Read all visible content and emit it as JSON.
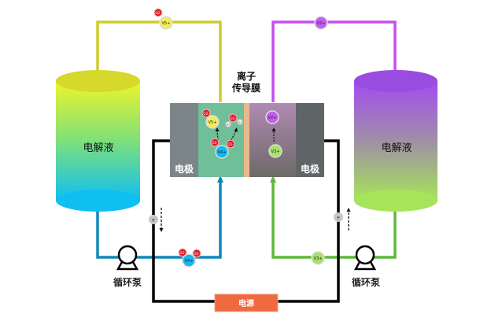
{
  "title": "全钒液流电池 (Vanadium redox flow battery)",
  "colors": {
    "left_pipe_top": "#cfcc2e",
    "left_pipe_bottom": "#0f88b8",
    "right_pipe_top": "#c94df0",
    "right_pipe_bottom": "#5eb83a",
    "circuit": "#000000",
    "power_box": "#ef6a40",
    "membrane": "#e8b98a",
    "left_electrolyte_cell": "#6fbf98",
    "right_electrolyte_cell": "#9a8a98",
    "electrode": "#7c8688"
  },
  "left_tank": {
    "label": "电解液",
    "gradient_top": "#e8f52a",
    "gradient_bottom": "#12bff0"
  },
  "right_tank": {
    "label": "电解液",
    "gradient_top": "#a24cf0",
    "gradient_bottom": "#a4e05a"
  },
  "membrane_label": [
    "离子",
    "传导膜"
  ],
  "electrode_left_label": "电极",
  "electrode_right_label": "电极",
  "pump_left_label": "循环泵",
  "pump_right_label": "循环泵",
  "power_label": "电源",
  "ions": {
    "v5": "V5+",
    "v4": "V4+",
    "v3": "V3+",
    "v2": "V2+",
    "o2": "O2-",
    "h": "H+",
    "electron": "e"
  }
}
